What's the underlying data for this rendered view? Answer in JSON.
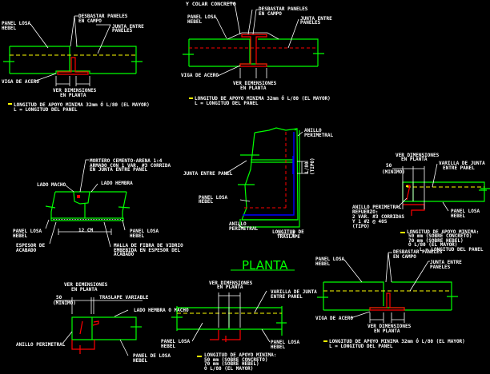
{
  "colors": {
    "background": "#000000",
    "panel": "#00ff00",
    "steel": "#ff0000",
    "ring": "#0000ff",
    "axis": "#ffff00",
    "text": "#ffffff"
  },
  "title": "PLANTA",
  "detail_1": {
    "desbastar": [
      "DESBASTAR PANELES",
      "EN CAMPO"
    ],
    "panel_losa": [
      "PANEL LOSA",
      "HEBEL"
    ],
    "junta": [
      "JUNTA ENTRE",
      "PANELES"
    ],
    "viga": "VIGA DE ACERO",
    "ver_dim": [
      "VER DIMENSIONES",
      "EN PLANTA"
    ],
    "note": [
      "LONGITUD DE APOYO MINIMA 32mm Ó L/80 (EL MAYOR)",
      "L = LONGITUD DEL PANEL"
    ]
  },
  "detail_2": {
    "colar": "Y COLAR CONCRETO",
    "desbastar": [
      "DESBASTAR PANELES",
      "EN CAMPO"
    ],
    "panel_losa": [
      "PANEL LOSA",
      "HEBEL"
    ],
    "junta": [
      "JUNTA ENTRE",
      "PANELES"
    ],
    "viga": "VIGA DE ACERO",
    "ver_dim": [
      "VER DIMENSIONES",
      "EN PLANTA"
    ],
    "note": [
      "LONGITUD DE APOYO MINIMA 32mm Ó L/80 (EL MAYOR)",
      "L = LONGITUD DEL PANEL"
    ]
  },
  "detail_3": {
    "mortero": [
      "MORTERO CEMENTO-ARENA 1:4",
      "ARMADO CON 1 VAR. #3 CORRIDA",
      "EN JUNTA ENTRE PANEL"
    ],
    "lado_macho": "LADO MACHO",
    "lado_hembra": "LADO HEMBRA",
    "dim": "12 CM",
    "panel_losa_left": [
      "PANEL LOSA",
      "HEBEL"
    ],
    "panel_losa_right": [
      "PANEL LOSA",
      "HEBEL"
    ],
    "espesor": [
      "ESPESOR DE",
      "ACABADO"
    ],
    "malla": [
      "MALLA DE FIBRA DE VIDRIO",
      "EMBEBIDA EN ESPESOR DEL",
      "ACABADO"
    ]
  },
  "detail_4": {
    "anillo_top": [
      "ANILLO",
      "PERIMETRAL"
    ],
    "junta": "JUNTA ENTRE PANEL",
    "panel_losa": [
      "PANEL LOSA",
      "HEBEL"
    ],
    "anillo_bottom": [
      "ANILLO",
      "PERIMETRAL"
    ],
    "traslape": [
      "LONGITUD DE",
      "TRASLAPE"
    ],
    "l80": "L/80",
    "tipo": "(TIPO)"
  },
  "detail_5": {
    "ver_dim": [
      "VER DIMENSIONES",
      "EN PLANTA"
    ],
    "min_val": "50",
    "min_label": "(MINIMO)",
    "varilla": [
      "VARILLA DE JUNTA",
      "ENTRE PANEL"
    ],
    "anillo": [
      "ANILLO PERIMETRAL",
      "REFUERZO:",
      "2 VAR. #3 CORRIDAS",
      "Y 1 #2 @ 40S",
      "(TIPO)"
    ],
    "panel_losa": [
      "PANEL LOSA",
      "HEBEL"
    ],
    "note": [
      "LONGITUD DE APOYO MINIMA:",
      "50 mm (SOBRE CONCRETO)",
      "70 mm (SOBRE HEBEL)",
      "Ó L/80 (EL MAYOR)",
      "L = LONGITUD DEL PANEL"
    ]
  },
  "detail_6": {
    "ver_dim": [
      "VER DIMENSIONES",
      "EN PLANTA"
    ],
    "min_val": "50",
    "min_label": "(MINIMO)",
    "traslape": "TRASLAPE VARIABLE",
    "lado": "LADO HEMBRA O MACHO",
    "anillo": "ANILLO PERIMETRAL",
    "panel": [
      "PANEL DE LOSA",
      "HEBEL"
    ]
  },
  "detail_7": {
    "ver_dim": [
      "VER DIMENSIONES",
      "EN PLANTA"
    ],
    "varilla": [
      "VARILLA DE JUNTA",
      "ENTRE PANEL"
    ],
    "panel_left": [
      "PANEL LOSA",
      "HEBEL"
    ],
    "panel_right": [
      "PANEL LOSA",
      "HEBEL"
    ],
    "note": [
      "LONGITUD DE APOYO MINIMA:",
      "50 mm (SOBRE CONCRETO)",
      "70 mm (SOBRE HEBEL)",
      "Ó L/80 (EL MAYOR)"
    ]
  },
  "detail_8": {
    "desbastar": [
      "DESBASTAR PANELES",
      "EN CAMPO"
    ],
    "panel_losa": [
      "PANEL LOSA",
      "HEBEL"
    ],
    "junta": [
      "JUNTA ENTRE",
      "PANELES"
    ],
    "viga": "VIGA DE ACERO",
    "ver_dim": [
      "VER DIMENSIONES",
      "EN PLANTA"
    ],
    "note": [
      "LONGITUD DE APOYO MINIMA 32mm Ó L/80 (EL MAYOR)",
      "L = LONGITUD DEL PANEL"
    ]
  }
}
